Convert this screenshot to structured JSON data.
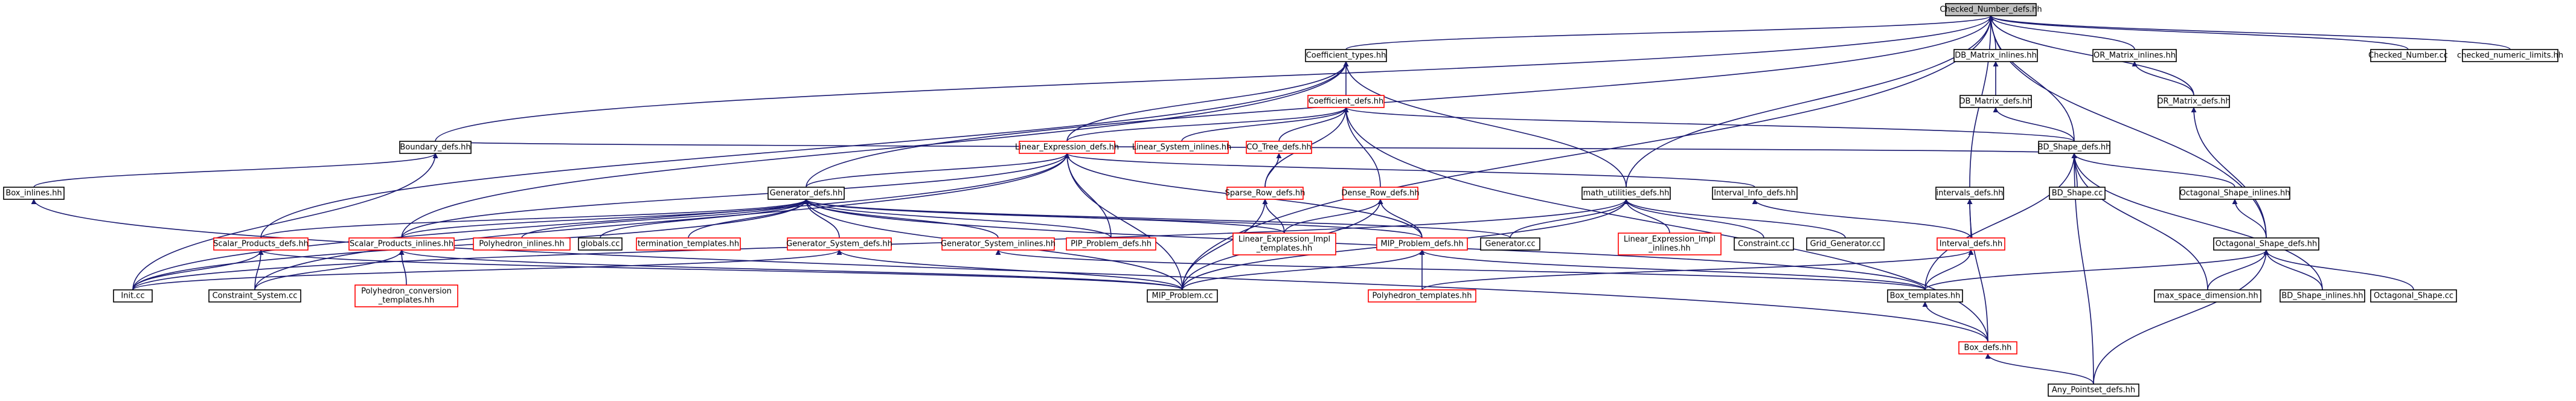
{
  "diagram": {
    "nodes": [
      {
        "id": "checked_number_defs",
        "label": [
          "Checked_Number_defs.hh"
        ],
        "style": "root"
      },
      {
        "id": "coefficient_types",
        "label": [
          "Coefficient_types.hh"
        ],
        "style": "black"
      },
      {
        "id": "db_matrix_inlines",
        "label": [
          "DB_Matrix_inlines.hh"
        ],
        "style": "black"
      },
      {
        "id": "or_matrix_inlines",
        "label": [
          "OR_Matrix_inlines.hh"
        ],
        "style": "black"
      },
      {
        "id": "checked_number_cc",
        "label": [
          "Checked_Number.cc"
        ],
        "style": "black"
      },
      {
        "id": "checked_numeric_limits",
        "label": [
          "checked_numeric_limits.hh"
        ],
        "style": "black"
      },
      {
        "id": "coefficient_defs",
        "label": [
          "Coefficient_defs.hh"
        ],
        "style": "red"
      },
      {
        "id": "db_matrix_defs",
        "label": [
          "DB_Matrix_defs.hh"
        ],
        "style": "black"
      },
      {
        "id": "or_matrix_defs",
        "label": [
          "OR_Matrix_defs.hh"
        ],
        "style": "black"
      },
      {
        "id": "boundary_defs",
        "label": [
          "Boundary_defs.hh"
        ],
        "style": "black"
      },
      {
        "id": "linear_expression_defs",
        "label": [
          "Linear_Expression_defs.hh"
        ],
        "style": "red"
      },
      {
        "id": "linear_system_inlines",
        "label": [
          "Linear_System_inlines.hh"
        ],
        "style": "red"
      },
      {
        "id": "co_tree_defs",
        "label": [
          "CO_Tree_defs.hh"
        ],
        "style": "red"
      },
      {
        "id": "bd_shape_defs",
        "label": [
          "BD_Shape_defs.hh"
        ],
        "style": "black"
      },
      {
        "id": "box_inlines",
        "label": [
          "Box_inlines.hh"
        ],
        "style": "black"
      },
      {
        "id": "generator_defs",
        "label": [
          "Generator_defs.hh"
        ],
        "style": "black"
      },
      {
        "id": "sparse_row_defs",
        "label": [
          "Sparse_Row_defs.hh"
        ],
        "style": "red"
      },
      {
        "id": "dense_row_defs",
        "label": [
          "Dense_Row_defs.hh"
        ],
        "style": "red"
      },
      {
        "id": "math_utilities_defs",
        "label": [
          "math_utilities_defs.hh"
        ],
        "style": "black"
      },
      {
        "id": "interval_info_defs",
        "label": [
          "Interval_Info_defs.hh"
        ],
        "style": "black"
      },
      {
        "id": "intervals_defs",
        "label": [
          "intervals_defs.hh"
        ],
        "style": "black"
      },
      {
        "id": "bd_shape_cc",
        "label": [
          "BD_Shape.cc"
        ],
        "style": "black"
      },
      {
        "id": "octagonal_shape_inlines",
        "label": [
          "Octagonal_Shape_inlines.hh"
        ],
        "style": "black"
      },
      {
        "id": "scalar_products_defs",
        "label": [
          "Scalar_Products_defs.hh"
        ],
        "style": "red"
      },
      {
        "id": "scalar_products_inlines",
        "label": [
          "Scalar_Products_inlines.hh"
        ],
        "style": "red"
      },
      {
        "id": "polyhedron_inlines",
        "label": [
          "Polyhedron_inlines.hh"
        ],
        "style": "red"
      },
      {
        "id": "globals_cc",
        "label": [
          "globals.cc"
        ],
        "style": "black"
      },
      {
        "id": "termination_templates",
        "label": [
          "termination_templates.hh"
        ],
        "style": "red"
      },
      {
        "id": "generator_system_defs",
        "label": [
          "Generator_System_defs.hh"
        ],
        "style": "red"
      },
      {
        "id": "generator_system_inlines",
        "label": [
          "Generator_System_inlines.hh"
        ],
        "style": "red"
      },
      {
        "id": "pip_problem_defs",
        "label": [
          "PIP_Problem_defs.hh"
        ],
        "style": "red"
      },
      {
        "id": "linear_expression_impl_templates",
        "label": [
          "Linear_Expression_Impl",
          "_templates.hh"
        ],
        "style": "red"
      },
      {
        "id": "mip_problem_defs",
        "label": [
          "MIP_Problem_defs.hh"
        ],
        "style": "red"
      },
      {
        "id": "generator_cc",
        "label": [
          "Generator.cc"
        ],
        "style": "black"
      },
      {
        "id": "linear_expression_impl_inlines",
        "label": [
          "Linear_Expression_Impl",
          "_inlines.hh"
        ],
        "style": "red"
      },
      {
        "id": "constraint_cc",
        "label": [
          "Constraint.cc"
        ],
        "style": "black"
      },
      {
        "id": "grid_generator_cc",
        "label": [
          "Grid_Generator.cc"
        ],
        "style": "black"
      },
      {
        "id": "interval_defs",
        "label": [
          "Interval_defs.hh"
        ],
        "style": "red"
      },
      {
        "id": "octagonal_shape_defs",
        "label": [
          "Octagonal_Shape_defs.hh"
        ],
        "style": "black"
      },
      {
        "id": "init_cc",
        "label": [
          "Init.cc"
        ],
        "style": "black"
      },
      {
        "id": "constraint_system_cc",
        "label": [
          "Constraint_System.cc"
        ],
        "style": "black"
      },
      {
        "id": "polyhedron_conversion_templates",
        "label": [
          "Polyhedron_conversion",
          "_templates.hh"
        ],
        "style": "red"
      },
      {
        "id": "mip_problem_cc",
        "label": [
          "MIP_Problem.cc"
        ],
        "style": "black"
      },
      {
        "id": "polyhedron_templates",
        "label": [
          "Polyhedron_templates.hh"
        ],
        "style": "red"
      },
      {
        "id": "box_templates",
        "label": [
          "Box_templates.hh"
        ],
        "style": "black"
      },
      {
        "id": "max_space_dimension",
        "label": [
          "max_space_dimension.hh"
        ],
        "style": "black"
      },
      {
        "id": "bd_shape_inlines",
        "label": [
          "BD_Shape_inlines.hh"
        ],
        "style": "black"
      },
      {
        "id": "octagonal_shape_cc",
        "label": [
          "Octagonal_Shape.cc"
        ],
        "style": "black"
      },
      {
        "id": "box_defs",
        "label": [
          "Box_defs.hh"
        ],
        "style": "red"
      },
      {
        "id": "any_pointset_defs",
        "label": [
          "Any_Pointset_defs.hh"
        ],
        "style": "black"
      }
    ],
    "edges": [
      [
        "coefficient_types",
        "checked_number_defs"
      ],
      [
        "db_matrix_inlines",
        "checked_number_defs"
      ],
      [
        "or_matrix_inlines",
        "checked_number_defs"
      ],
      [
        "checked_number_cc",
        "checked_number_defs"
      ],
      [
        "checked_numeric_limits",
        "checked_number_defs"
      ],
      [
        "boundary_defs",
        "checked_number_defs"
      ],
      [
        "math_utilities_defs",
        "checked_number_defs"
      ],
      [
        "intervals_defs",
        "checked_number_defs"
      ],
      [
        "bd_shape_defs",
        "checked_number_defs"
      ],
      [
        "or_matrix_defs",
        "checked_number_defs"
      ],
      [
        "octagonal_shape_defs",
        "checked_number_defs"
      ],
      [
        "generator_defs",
        "checked_number_defs"
      ],
      [
        "mip_problem_cc",
        "checked_number_defs"
      ],
      [
        "coefficient_defs",
        "coefficient_types"
      ],
      [
        "linear_expression_defs",
        "coefficient_types"
      ],
      [
        "math_utilities_defs",
        "coefficient_types"
      ],
      [
        "scalar_products_defs",
        "coefficient_types"
      ],
      [
        "scalar_products_inlines",
        "coefficient_types"
      ],
      [
        "db_matrix_defs",
        "db_matrix_inlines"
      ],
      [
        "or_matrix_defs",
        "or_matrix_inlines"
      ],
      [
        "linear_expression_defs",
        "coefficient_defs"
      ],
      [
        "linear_system_inlines",
        "coefficient_defs"
      ],
      [
        "co_tree_defs",
        "coefficient_defs"
      ],
      [
        "sparse_row_defs",
        "coefficient_defs"
      ],
      [
        "dense_row_defs",
        "coefficient_defs"
      ],
      [
        "bd_shape_defs",
        "coefficient_defs"
      ],
      [
        "box_defs",
        "coefficient_defs"
      ],
      [
        "bd_shape_defs",
        "db_matrix_defs"
      ],
      [
        "octagonal_shape_defs",
        "or_matrix_defs"
      ],
      [
        "box_inlines",
        "boundary_defs"
      ],
      [
        "init_cc",
        "boundary_defs"
      ],
      [
        "bd_shape_defs",
        "boundary_defs"
      ],
      [
        "generator_defs",
        "linear_expression_defs"
      ],
      [
        "scalar_products_inlines",
        "linear_expression_defs"
      ],
      [
        "pip_problem_defs",
        "linear_expression_defs"
      ],
      [
        "mip_problem_cc",
        "linear_expression_defs"
      ],
      [
        "mip_problem_defs",
        "linear_expression_defs"
      ],
      [
        "init_cc",
        "linear_expression_defs"
      ],
      [
        "constraint_system_cc",
        "linear_expression_defs"
      ],
      [
        "interval_info_defs",
        "linear_expression_defs"
      ],
      [
        "sparse_row_defs",
        "co_tree_defs"
      ],
      [
        "bd_shape_cc",
        "bd_shape_defs"
      ],
      [
        "octagonal_shape_inlines",
        "bd_shape_defs"
      ],
      [
        "max_space_dimension",
        "bd_shape_defs"
      ],
      [
        "bd_shape_inlines",
        "bd_shape_defs"
      ],
      [
        "box_templates",
        "bd_shape_defs"
      ],
      [
        "any_pointset_defs",
        "bd_shape_defs"
      ],
      [
        "box_defs",
        "box_inlines"
      ],
      [
        "scalar_products_defs",
        "generator_defs"
      ],
      [
        "scalar_products_inlines",
        "generator_defs"
      ],
      [
        "polyhedron_inlines",
        "generator_defs"
      ],
      [
        "globals_cc",
        "generator_defs"
      ],
      [
        "termination_templates",
        "generator_defs"
      ],
      [
        "generator_system_defs",
        "generator_defs"
      ],
      [
        "generator_system_inlines",
        "generator_defs"
      ],
      [
        "pip_problem_defs",
        "generator_defs"
      ],
      [
        "linear_expression_impl_templates",
        "generator_defs"
      ],
      [
        "mip_problem_defs",
        "generator_defs"
      ],
      [
        "generator_cc",
        "generator_defs"
      ],
      [
        "mip_problem_cc",
        "generator_defs"
      ],
      [
        "init_cc",
        "generator_defs"
      ],
      [
        "box_templates",
        "generator_defs"
      ],
      [
        "linear_expression_impl_templates",
        "sparse_row_defs"
      ],
      [
        "mip_problem_cc",
        "sparse_row_defs"
      ],
      [
        "linear_expression_impl_templates",
        "dense_row_defs"
      ],
      [
        "mip_problem_defs",
        "dense_row_defs"
      ],
      [
        "mip_problem_cc",
        "dense_row_defs"
      ],
      [
        "generator_cc",
        "math_utilities_defs"
      ],
      [
        "linear_expression_impl_inlines",
        "math_utilities_defs"
      ],
      [
        "constraint_cc",
        "math_utilities_defs"
      ],
      [
        "grid_generator_cc",
        "math_utilities_defs"
      ],
      [
        "mip_problem_cc",
        "math_utilities_defs"
      ],
      [
        "init_cc",
        "math_utilities_defs"
      ],
      [
        "interval_defs",
        "interval_info_defs"
      ],
      [
        "interval_defs",
        "intervals_defs"
      ],
      [
        "box_defs",
        "intervals_defs"
      ],
      [
        "octagonal_shape_defs",
        "octagonal_shape_inlines"
      ],
      [
        "constraint_system_cc",
        "scalar_products_defs"
      ],
      [
        "mip_problem_cc",
        "scalar_products_defs"
      ],
      [
        "init_cc",
        "scalar_products_defs"
      ],
      [
        "constraint_system_cc",
        "scalar_products_inlines"
      ],
      [
        "polyhedron_conversion_templates",
        "scalar_products_inlines"
      ],
      [
        "mip_problem_cc",
        "scalar_products_inlines"
      ],
      [
        "init_cc",
        "generator_system_defs"
      ],
      [
        "mip_problem_cc",
        "generator_system_defs"
      ],
      [
        "box_templates",
        "generator_system_inlines"
      ],
      [
        "polyhedron_templates",
        "mip_problem_defs"
      ],
      [
        "mip_problem_cc",
        "mip_problem_defs"
      ],
      [
        "box_templates",
        "mip_problem_defs"
      ],
      [
        "polyhedron_templates",
        "interval_defs"
      ],
      [
        "box_templates",
        "interval_defs"
      ],
      [
        "box_templates",
        "octagonal_shape_defs"
      ],
      [
        "max_space_dimension",
        "octagonal_shape_defs"
      ],
      [
        "bd_shape_inlines",
        "octagonal_shape_defs"
      ],
      [
        "octagonal_shape_cc",
        "octagonal_shape_defs"
      ],
      [
        "any_pointset_defs",
        "octagonal_shape_defs"
      ],
      [
        "box_defs",
        "box_templates"
      ],
      [
        "any_pointset_defs",
        "box_defs"
      ]
    ]
  }
}
